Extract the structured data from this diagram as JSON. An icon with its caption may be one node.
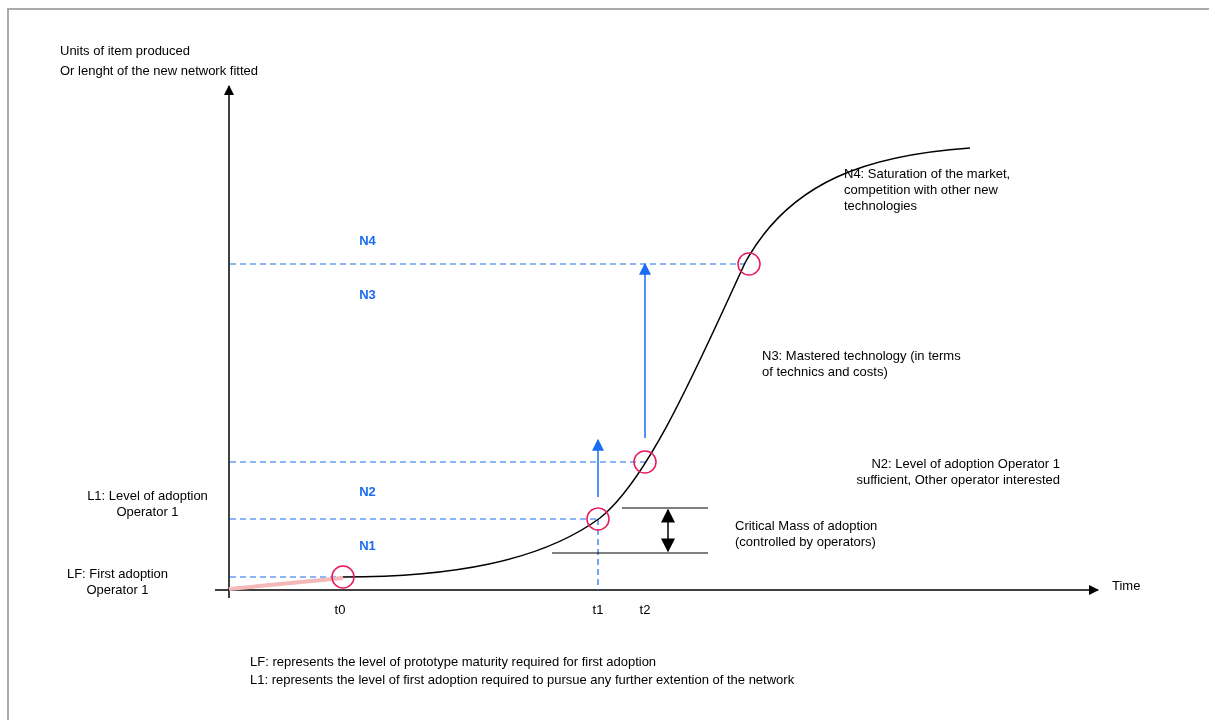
{
  "diagram": {
    "labels": [
      "Units of item produced",
      "Or lenght of the new network fitted",
      "N4",
      "N4: Saturation of the market, competition with other new technologies",
      "N3",
      "N3: Mastered technology (in terms of technics and costs)",
      "N2: Level of adoption Operator 1 sufficient, Other operator interested",
      "N2",
      "L1: Level of adoption Operator 1",
      "Critical Mass of adoption (controlled by operators)",
      "N1",
      "LF: First adoption Operator 1",
      "Time",
      "t0",
      "t1",
      "t2",
      "LF: represents the level of prototype maturity required for first adoption",
      "L1: represents the level of first adoption required to pursue any further extention of the network"
    ]
  }
}
